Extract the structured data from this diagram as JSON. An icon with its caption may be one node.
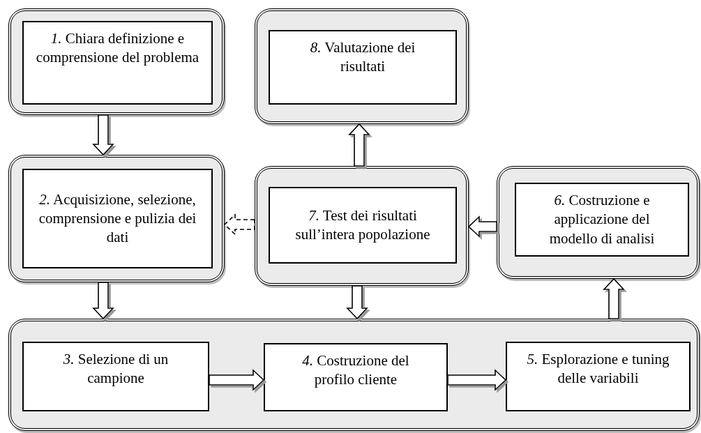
{
  "diagram": {
    "nodes": [
      {
        "text": [],
        "shape": "box"
      },
      {
        "text": [
          "*1.* Chiara definizione e comprensione del problema"
        ],
        "in": 0
      },
      {
        "text": [],
        "shape": "box"
      },
      {
        "text": [
          "*8.* Valutazione dei risultati"
        ],
        "in": 2
      },
      {
        "text": [],
        "shape": "box"
      },
      {
        "text": [
          "*2.* Acquisizione, selezione, comprensione e pulizia dei dati"
        ],
        "in": 4
      },
      {
        "text": [],
        "shape": "box"
      },
      {
        "text": [
          "*7.* Test dei risultati sull’intera popolazione"
        ],
        "in": 6
      },
      {
        "text": [],
        "shape": "box"
      },
      {
        "text": [
          "*6.* Costruzione e applicazione del modello di analisi"
        ],
        "in": 8
      },
      {
        "text": [],
        "shape": "box"
      },
      {
        "text": [
          "*3.* Selezione di un campione"
        ],
        "in": 10
      },
      {
        "text": [
          "*4.* Costruzione del profilo cliente"
        ],
        "in": 10
      },
      {
        "text": [
          "*5.* Esplorazione e tuning delle variabili"
        ],
        "in": 10
      }
    ],
    "edges": [
      {
        "from": 0,
        "to": 4,
        "arrow": "to"
      },
      {
        "from": 6,
        "to": 2,
        "arrow": "to"
      },
      {
        "from": 6,
        "to": 4,
        "arrow": "to",
        "style": "dashed"
      },
      {
        "from": 8,
        "to": 6,
        "arrow": "to"
      },
      {
        "from": 4,
        "to": 10,
        "arrow": "to"
      },
      {
        "from": 6,
        "to": 10,
        "arrow": "to"
      },
      {
        "from": 10,
        "to": 8,
        "arrow": "to"
      },
      {
        "from": 11,
        "to": 12,
        "arrow": "to"
      },
      {
        "from": 12,
        "to": 13,
        "arrow": "to"
      }
    ]
  }
}
